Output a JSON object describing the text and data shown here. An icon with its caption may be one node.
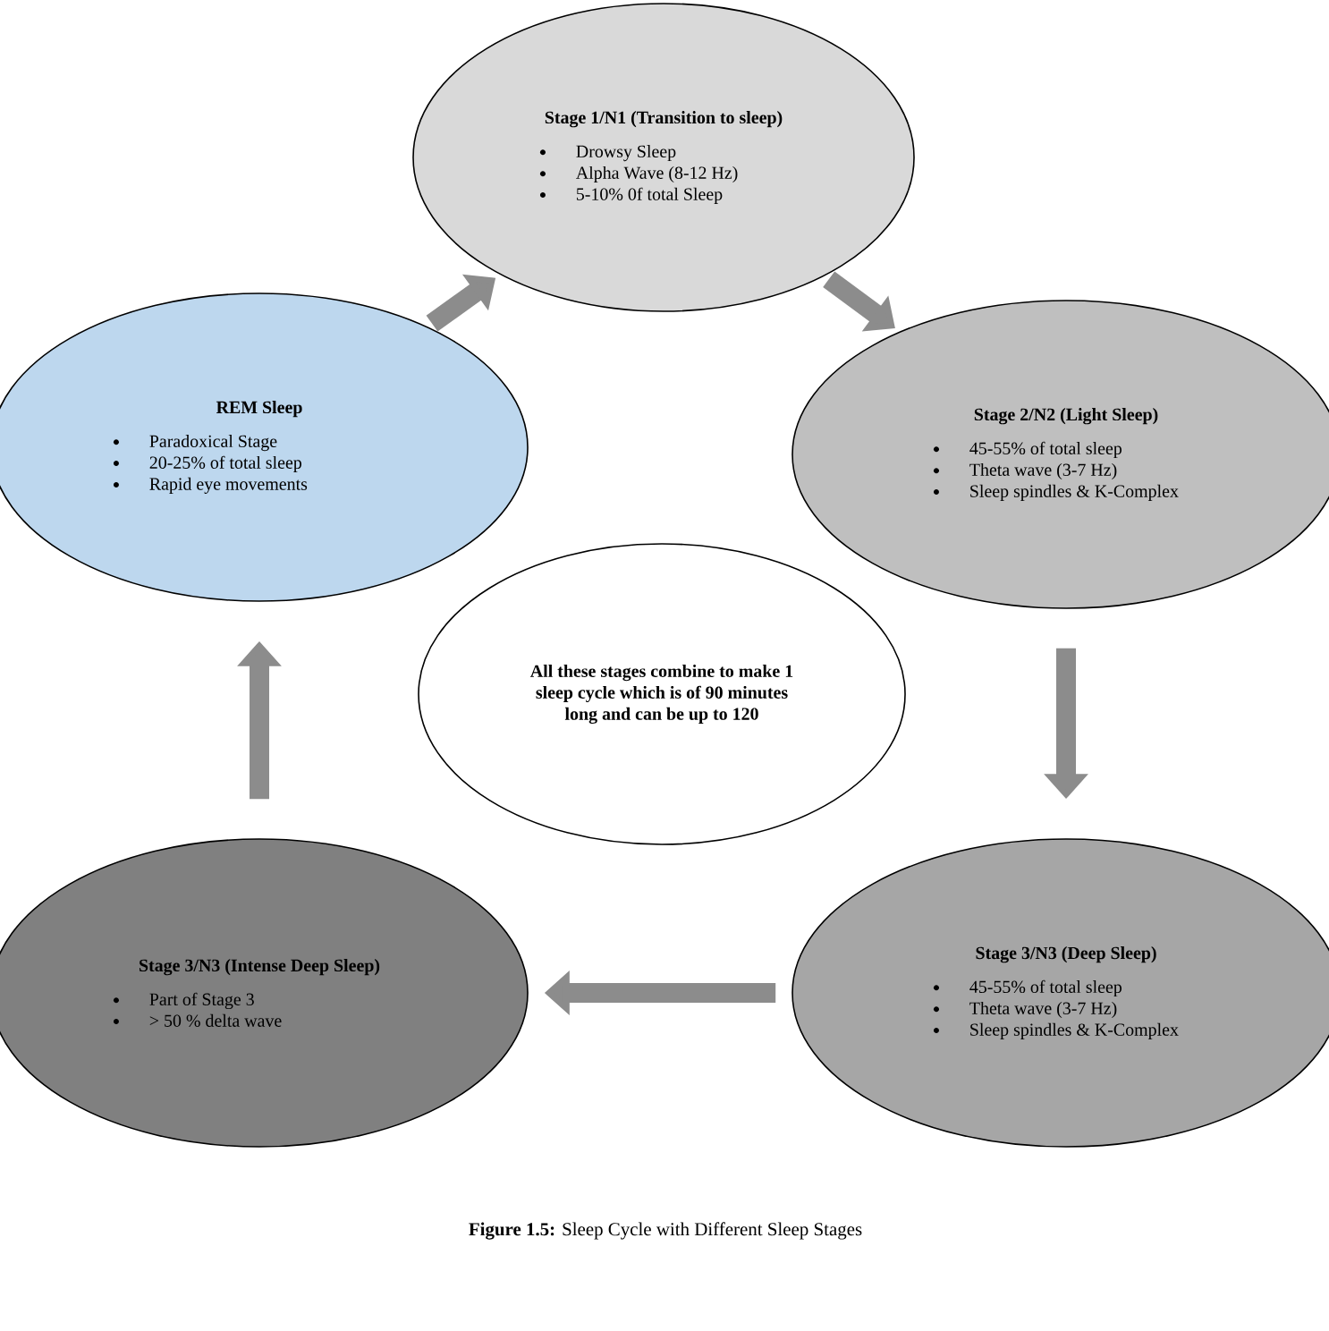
{
  "diagram": {
    "caption": "**Figure 1.5:** Sleep Cycle with Different Sleep Stages",
    "nodes": [
      {
        "text": [
          "Stage 1/N1 (Transition to sleep)",
          "Drowsy Sleep",
          "Alpha Wave (8-12 Hz)",
          "5-10% 0f total Sleep"
        ]
      },
      {
        "text": [
          "REM Sleep",
          "Paradoxical Stage",
          "20-25% of total sleep",
          "Rapid eye movements"
        ]
      },
      {
        "text": [
          "Stage 2/N2 (Light Sleep)",
          "45-55% of total sleep",
          "Theta wave (3-7 Hz)",
          "Sleep spindles & K-Complex"
        ]
      },
      {
        "text": [
          "All these stages combine to make 1 sleep cycle which is of 90 minutes long and can be up to 120"
        ]
      },
      {
        "text": [
          "Stage 3/N3 (Intense Deep Sleep)",
          "Part of Stage 3",
          "> 50 % delta wave"
        ]
      },
      {
        "text": [
          "Stage 3/N3 (Deep Sleep)",
          "45-55% of total sleep",
          "Theta wave (3-7 Hz)",
          "Sleep spindles & K-Complex"
        ]
      }
    ],
    "edges": [
      {
        "from": 1,
        "to": 0,
        "arrow": "to"
      },
      {
        "from": 0,
        "to": 2,
        "arrow": "to"
      },
      {
        "from": 2,
        "to": 5,
        "arrow": "to"
      },
      {
        "from": 5,
        "to": 4,
        "arrow": "to"
      },
      {
        "from": 4,
        "to": 1,
        "arrow": "to"
      }
    ]
  }
}
